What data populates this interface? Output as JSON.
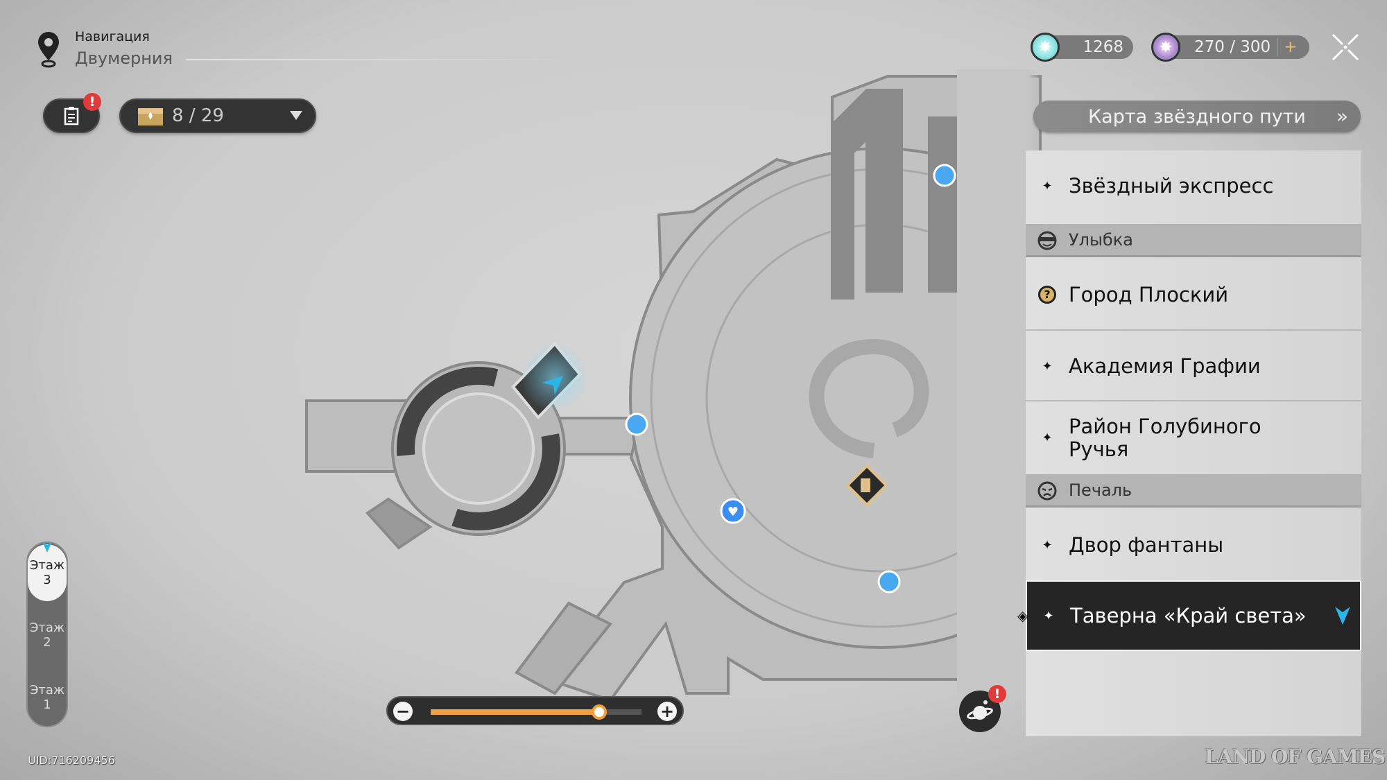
{
  "header": {
    "title": "Навигация",
    "location": "Двумерния"
  },
  "toolbar": {
    "chest_count": "8 / 29",
    "alert": "!"
  },
  "currency": {
    "star_rail_pass": "1268",
    "trailblaze_power": "270 / 300",
    "plus": "+"
  },
  "star_path_button": "Карта звёздного пути",
  "panel": {
    "items": [
      {
        "label": "Звёздный экспресс",
        "icon": "star-icon"
      },
      {
        "label": "Улыбка",
        "icon": "smile-faction-icon",
        "group": true
      },
      {
        "label": "Город Плоский",
        "icon": "quest-icon"
      },
      {
        "label": "Академия Графии",
        "icon": "star-icon"
      },
      {
        "label": "Район Голубиного Ручья",
        "icon": "star-icon"
      },
      {
        "label": "Печаль",
        "icon": "sad-faction-icon",
        "group": true
      },
      {
        "label": "Двор фантаны",
        "icon": "star-icon"
      },
      {
        "label": "Таверна «Край света»",
        "icon": "star-icon",
        "selected": true
      }
    ],
    "star": "✦"
  },
  "floors": [
    {
      "label": "Этаж",
      "num": "3",
      "active": true
    },
    {
      "label": "Этаж",
      "num": "2"
    },
    {
      "label": "Этаж",
      "num": "1"
    }
  ],
  "zoom": {
    "minus": "−",
    "plus": "+",
    "level": 0.8
  },
  "uid": "UID:716209456",
  "watermark": "LAND OF GAMES",
  "colors": {
    "accent": "#29b6e8",
    "zoom_fill": "#f0a040",
    "badge": "#e03a3a",
    "selected": "#252525"
  }
}
